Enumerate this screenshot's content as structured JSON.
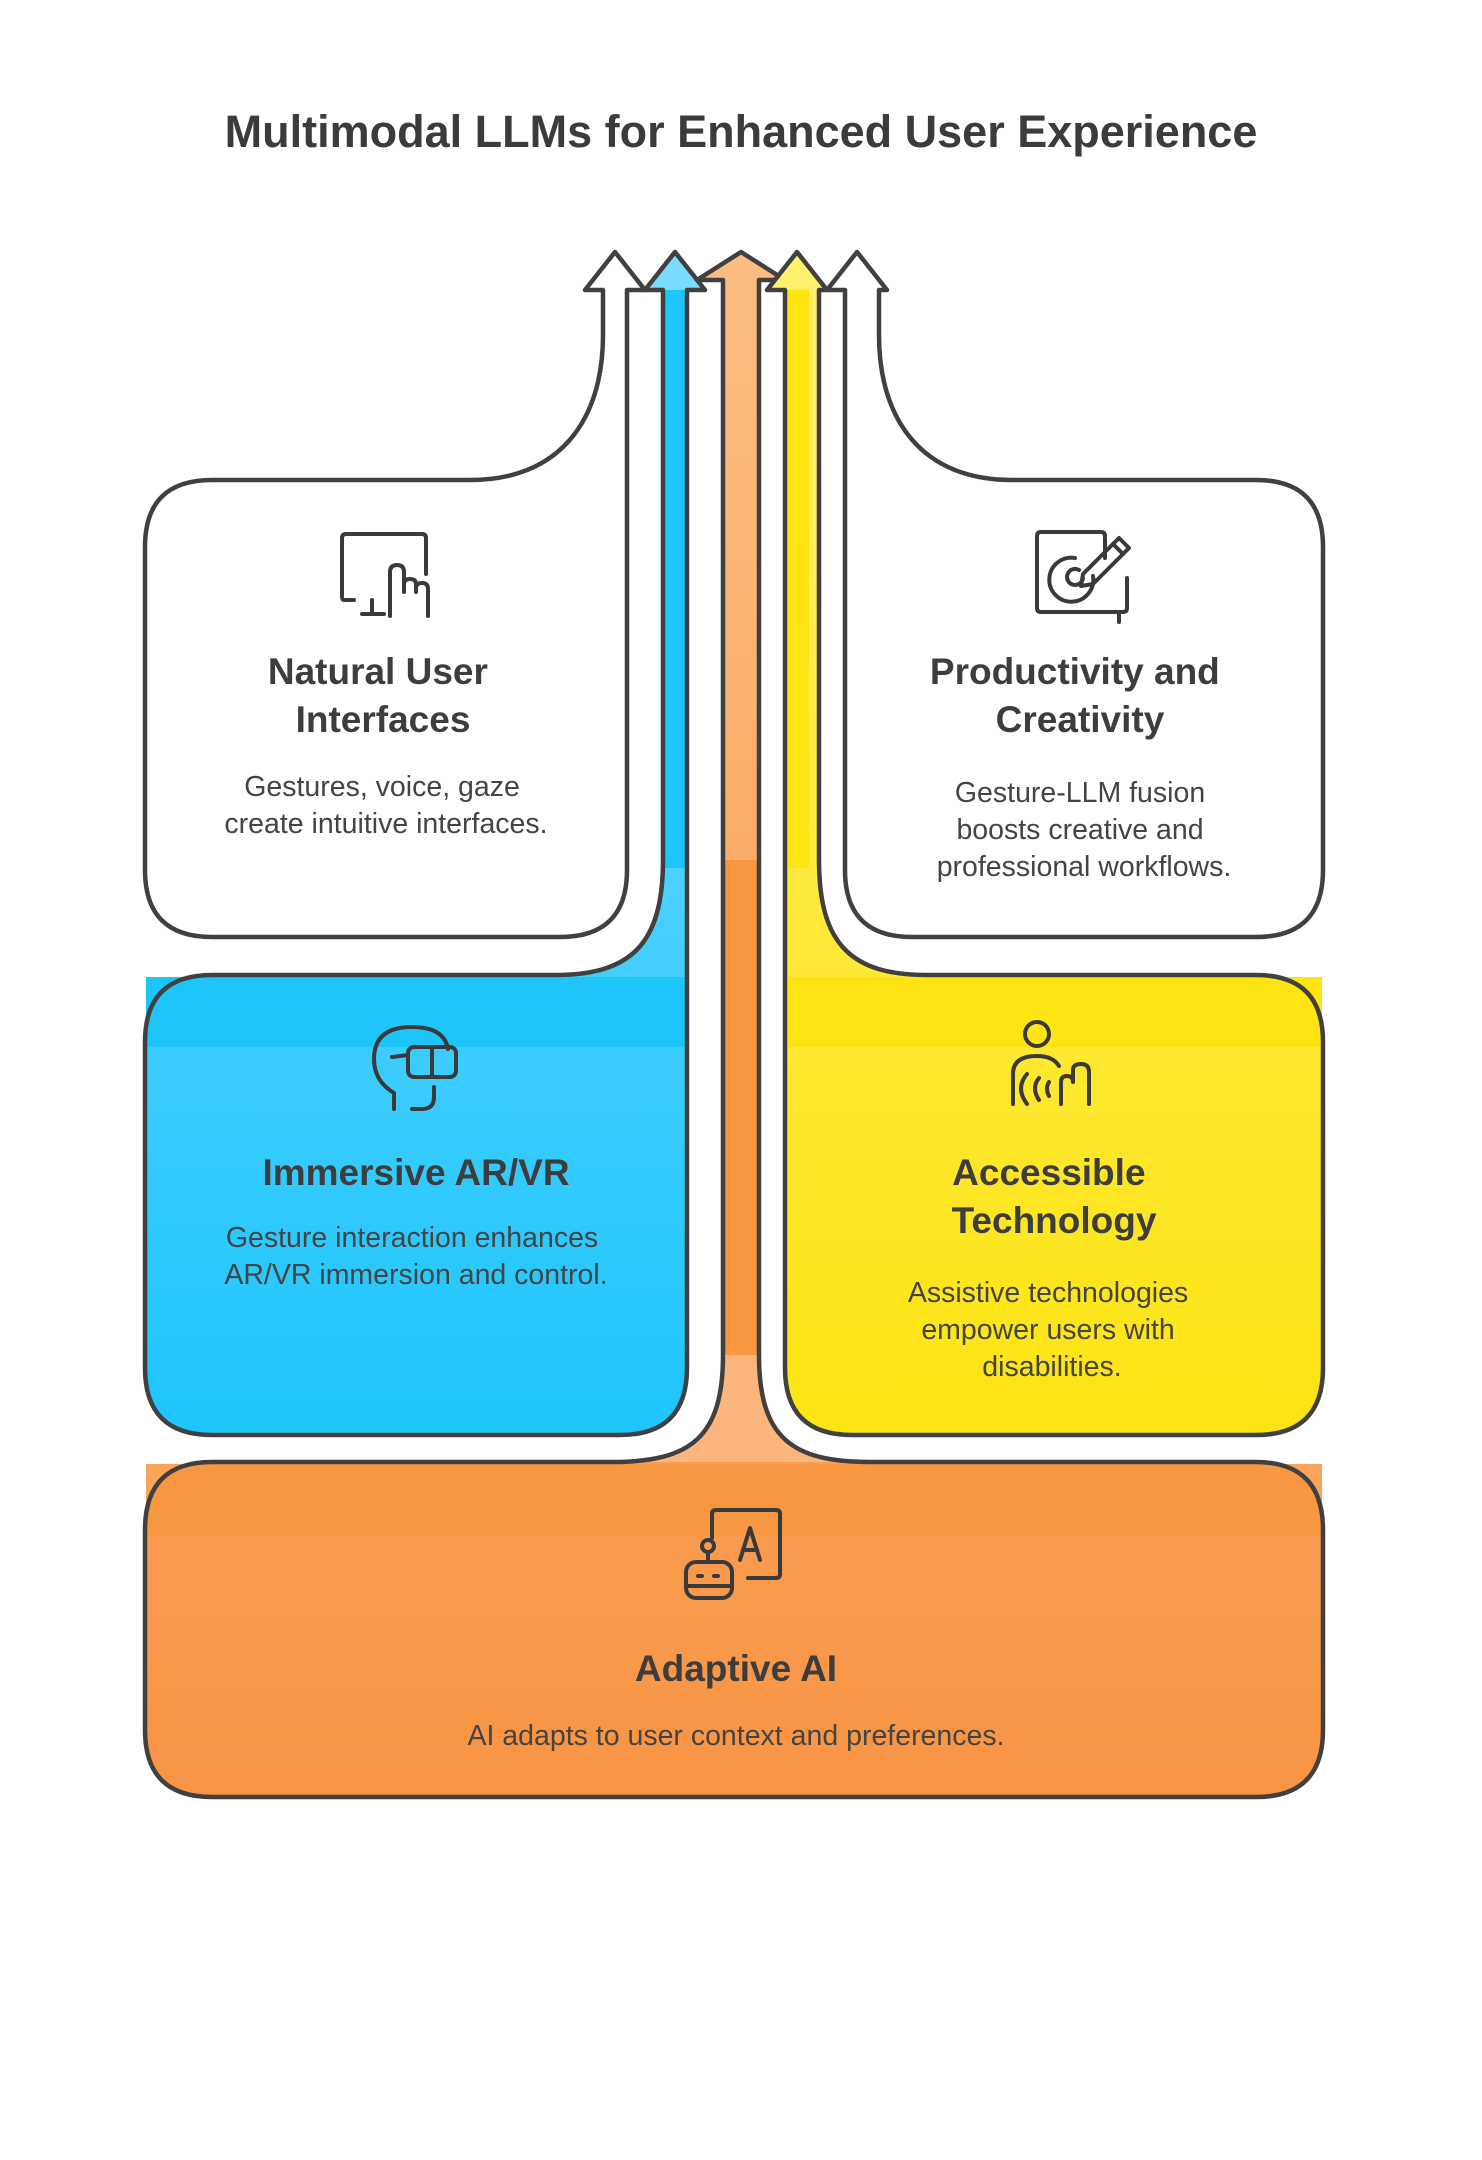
{
  "title": "Multimodal LLMs for Enhanced User Experience",
  "colors": {
    "green": "#5ae6a0",
    "blue": "#38ccfb",
    "orange": "#fbab6b",
    "yellow": "#fde94a",
    "lime": "#b9e64c",
    "outline": "#404040"
  },
  "cards": {
    "natural_ui": {
      "title_lines": [
        "Natural User",
        "Interfaces"
      ],
      "desc_lines": [
        "Gestures, voice, gaze",
        "create intuitive interfaces."
      ],
      "icon": "touchscreen-hand-icon"
    },
    "productivity": {
      "title_lines": [
        "Productivity and",
        "Creativity"
      ],
      "desc_lines": [
        "Gesture-LLM fusion",
        "boosts creative and",
        "professional workflows."
      ],
      "icon": "tablet-pen-icon"
    },
    "immersive": {
      "title_lines": [
        "Immersive AR/VR"
      ],
      "desc_lines": [
        "Gesture interaction enhances",
        "AR/VR immersion and control."
      ],
      "icon": "vr-headset-icon"
    },
    "accessible": {
      "title_lines": [
        "Accessible",
        "Technology"
      ],
      "desc_lines": [
        "Assistive technologies",
        "empower users with",
        "disabilities."
      ],
      "icon": "assistive-touch-icon"
    },
    "adaptive": {
      "title_lines": [
        "Adaptive AI"
      ],
      "desc_lines": [
        "AI adapts to user context and preferences."
      ],
      "icon": "robot-translate-icon"
    }
  }
}
